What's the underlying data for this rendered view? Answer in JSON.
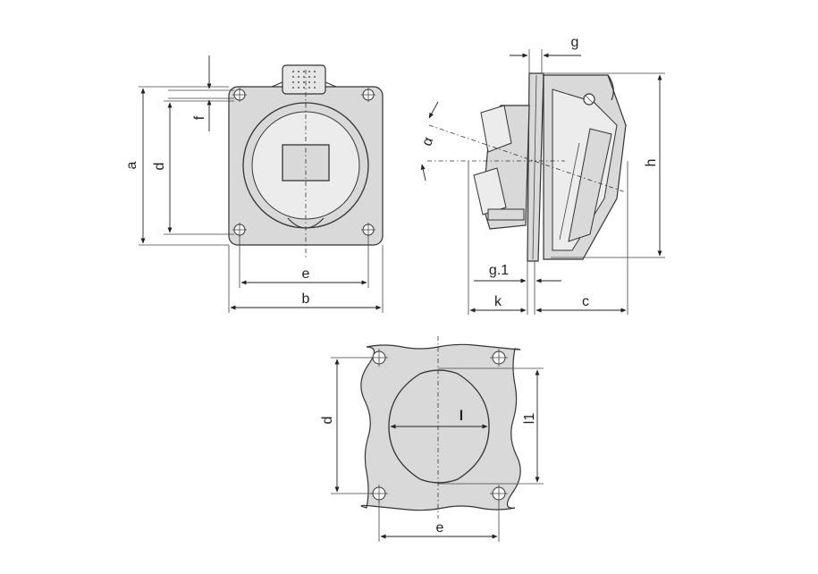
{
  "front_view": {
    "labels": {
      "a": "a",
      "b": "b",
      "d": "d",
      "e": "e",
      "f": "f"
    }
  },
  "side_view": {
    "labels": {
      "g": "g",
      "g1": "g.1",
      "h": "h",
      "k": "k",
      "c": "c",
      "alpha": "α"
    }
  },
  "cutout_view": {
    "labels": {
      "d": "d",
      "e": "e",
      "l": "l",
      "l1": "l1"
    }
  }
}
